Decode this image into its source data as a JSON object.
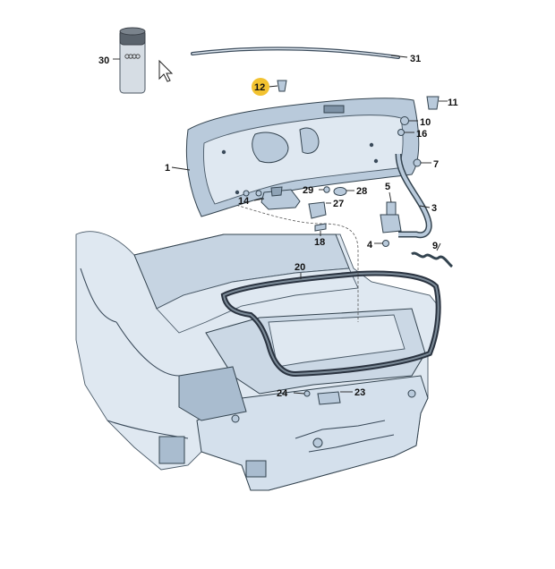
{
  "callouts": [
    {
      "id": "1",
      "text": "1"
    },
    {
      "id": "3",
      "text": "3"
    },
    {
      "id": "4",
      "text": "4"
    },
    {
      "id": "5",
      "text": "5"
    },
    {
      "id": "7",
      "text": "7"
    },
    {
      "id": "9",
      "text": "9"
    },
    {
      "id": "10",
      "text": "10"
    },
    {
      "id": "11",
      "text": "11"
    },
    {
      "id": "12",
      "text": "12",
      "highlighted": true
    },
    {
      "id": "14",
      "text": "14"
    },
    {
      "id": "16",
      "text": "16"
    },
    {
      "id": "18",
      "text": "18"
    },
    {
      "id": "20",
      "text": "20"
    },
    {
      "id": "23",
      "text": "23"
    },
    {
      "id": "24",
      "text": "24"
    },
    {
      "id": "27",
      "text": "27"
    },
    {
      "id": "28",
      "text": "28"
    },
    {
      "id": "29",
      "text": "29"
    },
    {
      "id": "30",
      "text": "30"
    },
    {
      "id": "31",
      "text": "31"
    }
  ],
  "colors": {
    "highlight": "#f2c230",
    "part_fill": "#b9cadb",
    "part_light": "#dfe8f1",
    "outline": "#3a4a5a"
  },
  "icons": {
    "cursor": "mouse-pointer-icon",
    "can": "sealant-can-icon"
  }
}
